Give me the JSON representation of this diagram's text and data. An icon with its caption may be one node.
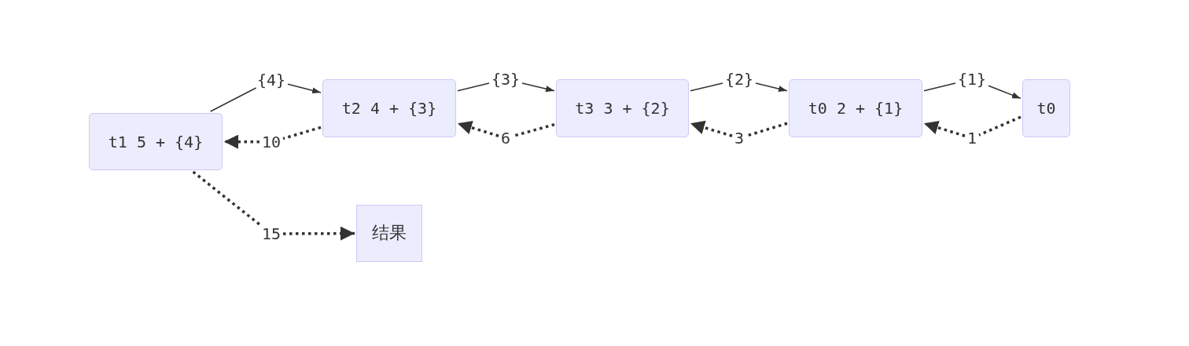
{
  "diagram": {
    "nodes": [
      {
        "text": [
          "t1 5 + {4}"
        ]
      },
      {
        "text": [
          "t2 4 + {3}"
        ]
      },
      {
        "text": [
          "t3 3 + {2}"
        ]
      },
      {
        "text": [
          "t0 2 + {1}"
        ]
      },
      {
        "text": [
          "t0"
        ]
      },
      {
        "text": [
          "结果"
        ]
      }
    ],
    "edges": [
      {
        "from": 0,
        "to": 1,
        "arrow": "to",
        "label": "{4}"
      },
      {
        "from": 1,
        "to": 2,
        "arrow": "to",
        "label": "{3}"
      },
      {
        "from": 2,
        "to": 3,
        "arrow": "to",
        "label": "{2}"
      },
      {
        "from": 3,
        "to": 4,
        "arrow": "to",
        "label": "{1}"
      },
      {
        "from": 4,
        "to": 3,
        "arrow": "to",
        "label": "1",
        "style": "dashed"
      },
      {
        "from": 3,
        "to": 2,
        "arrow": "to",
        "label": "3",
        "style": "dashed"
      },
      {
        "from": 2,
        "to": 1,
        "arrow": "to",
        "label": "6",
        "style": "dashed"
      },
      {
        "from": 1,
        "to": 0,
        "arrow": "to",
        "label": "10",
        "style": "dashed"
      },
      {
        "from": 0,
        "to": 5,
        "arrow": "to",
        "label": "15",
        "style": "dashed"
      }
    ]
  }
}
